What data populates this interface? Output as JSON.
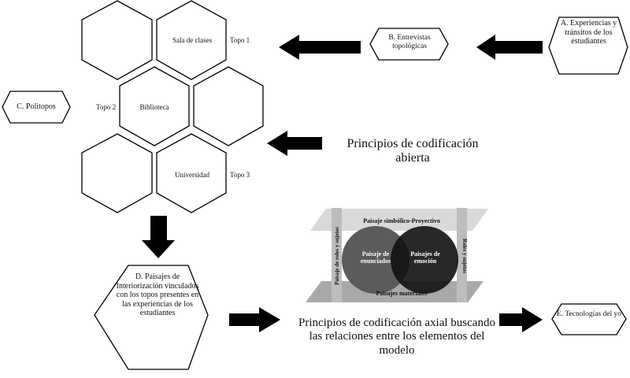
{
  "nodes": {
    "a": "A. Experiencias y tránsitos de los estudiantes",
    "b": "B. Entrevistas topológicas",
    "c": "C. Politopos",
    "d": "D. Paisajes de Interiorización vinculados con los topos presentes en las experiencias de los estudiantes",
    "e": "E. Tecnologías del yo"
  },
  "hexagons": {
    "sala": "Sala de clases",
    "biblioteca": "Biblioteca",
    "universidad": "Universidad"
  },
  "topos": {
    "topo1": "Topo 1",
    "topo2": "Topo 2",
    "topo3": "Topo 3"
  },
  "principles": {
    "abierta": "Principios de codificación abierta",
    "axial": "Principios de codificación axial buscando las relaciones entre  los elementos del modelo"
  },
  "model": {
    "top": "Paisaje simbólico-Proyectivo",
    "bottom": "Paisajes materiales",
    "left": "Paisaje de roles y sujetos",
    "right": "Roles y sujetos",
    "circle_left": "Paisaje de enunciados",
    "circle_right": "Paisajes de emoción"
  }
}
